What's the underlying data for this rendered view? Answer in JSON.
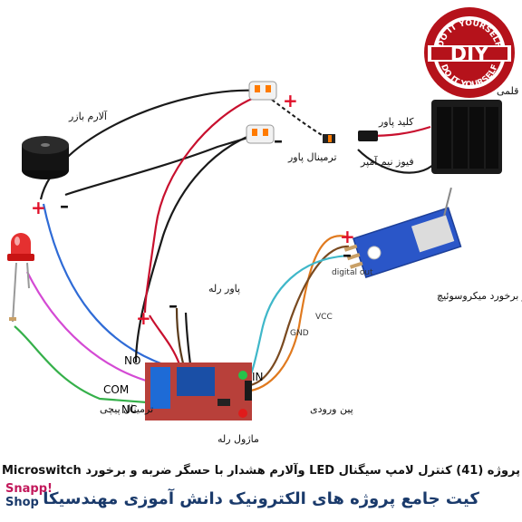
{
  "labels": {
    "buzzer": "آلارم بازر",
    "battery": "باتری قلمی",
    "power_key": "کلید پاور",
    "fuse": "فیوز نیم آمپر",
    "power_terminal": "ترمینال پاور",
    "microswitch_module": "ماژول ضربه و برخورد میکروسوئیچ",
    "digital_out": "digital out",
    "vcc": "VCC",
    "gnd": "GND",
    "relay_power": "پاور رله",
    "relay_module": "ماژول رله",
    "screw_terminal": "ترمینال پیچی",
    "input_pin": "پین ورودی",
    "no": "NO",
    "com": "COM",
    "nc": "NC",
    "in": "IN"
  },
  "badge": {
    "diy": "DIY",
    "top_text": "DO IT YOURSELF",
    "bottom_text": "DO IT YOURSELF"
  },
  "signs": {
    "plus": "+",
    "minus": "–"
  },
  "caption": {
    "line1": "پروژه (41) کنترل لامپ سیگنال LED وآلارم هشدار با حسگر ضربه و برخورد Microswitch",
    "line2": "کیت جامع پروژه های الکترونیک دانش آموزی مهندسیکا"
  },
  "shop": {
    "line1": "Snapp!",
    "line2": "Shop"
  },
  "colors": {
    "wire_black": "#1a1a1a",
    "wire_red": "#c8102e",
    "wire_blue": "#2f6bd6",
    "wire_magenta": "#d44ad4",
    "wire_green": "#35b04a",
    "wire_orange": "#e07a1f",
    "wire_cyan": "#3fb7c9",
    "pcb_red": "#b8403a",
    "module_blue": "#2a56c8"
  }
}
